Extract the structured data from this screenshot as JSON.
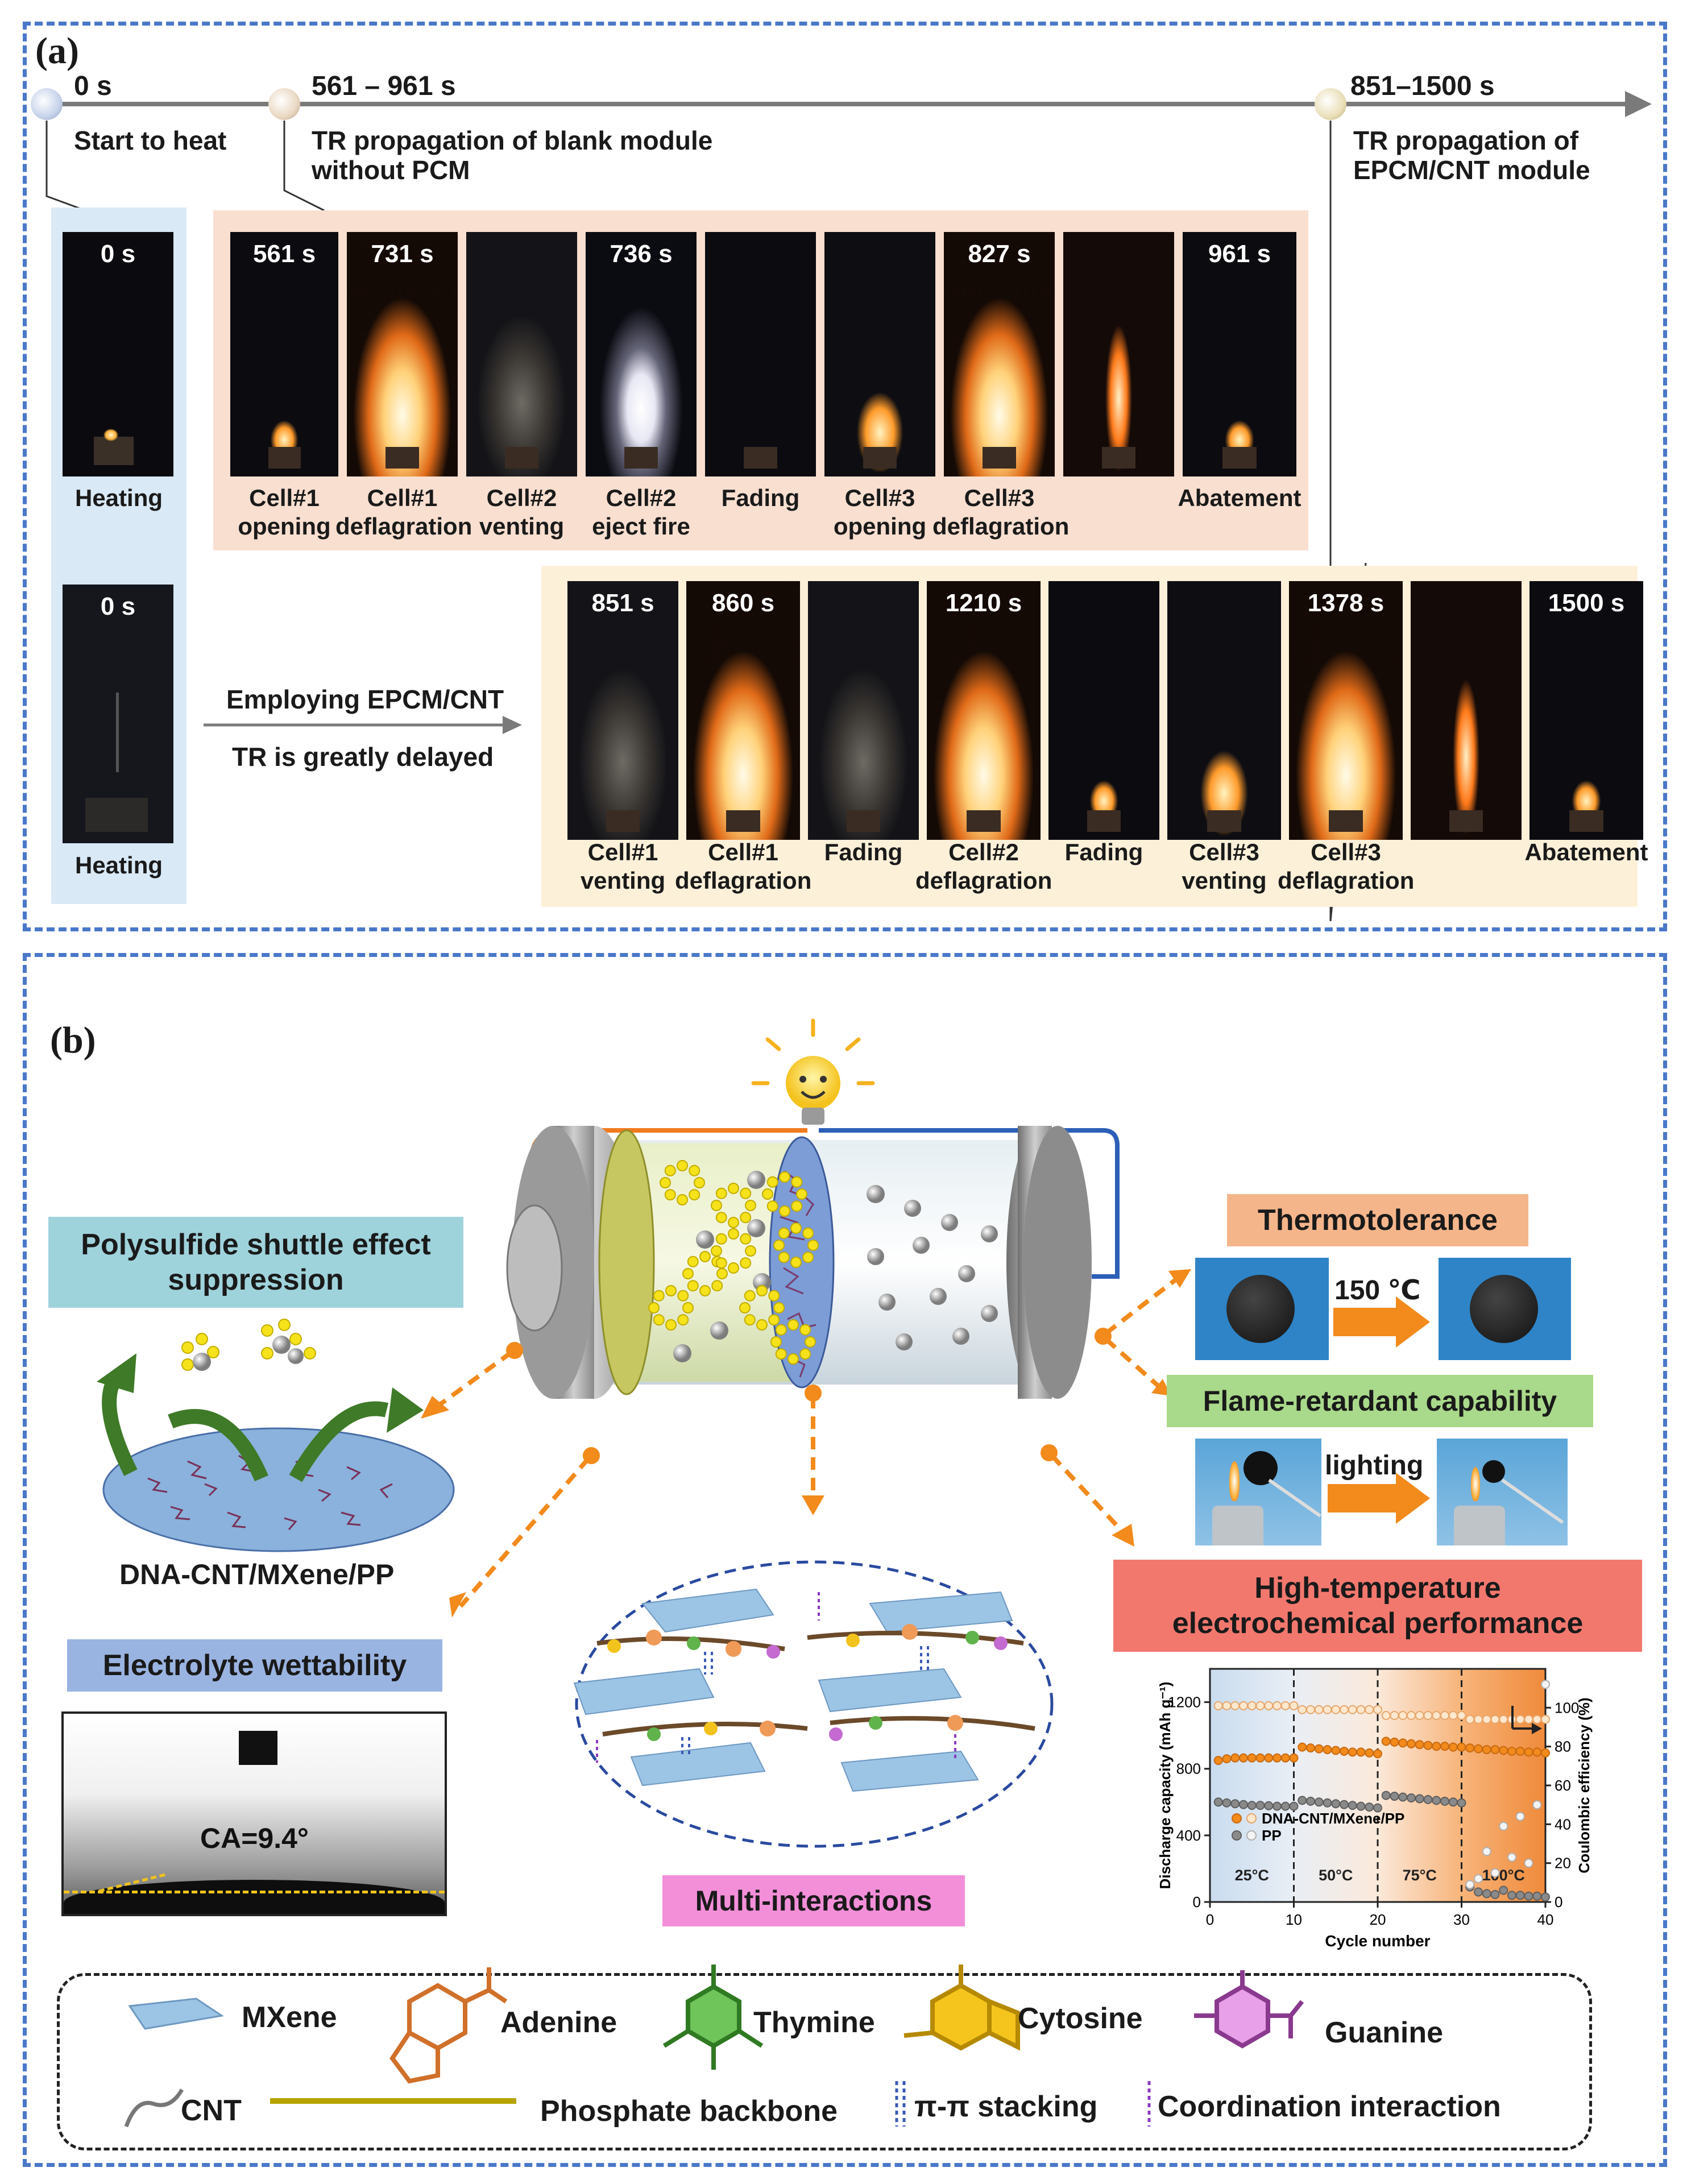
{
  "panel_a": {
    "label": "(a)",
    "timeline": [
      {
        "time": "0 s",
        "desc": "Start to heat"
      },
      {
        "time": "561 – 961 s",
        "desc_lines": [
          "TR propagation of blank module",
          "without PCM"
        ]
      },
      {
        "time": "851–1500 s",
        "desc_lines": [
          "TR propagation of",
          "EPCM/CNT module"
        ]
      }
    ],
    "heating_top": {
      "time": "0 s",
      "caption": "Heating"
    },
    "heating_bottom": {
      "time": "0 s",
      "caption": "Heating"
    },
    "row1": [
      {
        "time": "561 s",
        "caption_lines": [
          "Cell#1",
          "opening"
        ]
      },
      {
        "time": "731 s",
        "caption_lines": [
          "Cell#1",
          "deflagration"
        ]
      },
      {
        "time": "",
        "caption_lines": [
          "Cell#2",
          "venting"
        ]
      },
      {
        "time": "736 s",
        "caption_lines": [
          "Cell#2",
          "eject fire"
        ]
      },
      {
        "time": "",
        "caption_lines": [
          "Fading"
        ]
      },
      {
        "time": "",
        "caption_lines": [
          "Cell#3",
          "opening"
        ]
      },
      {
        "time": "827 s",
        "caption_lines": [
          "Cell#3",
          "deflagration"
        ]
      },
      {
        "time": "",
        "caption_lines": []
      },
      {
        "time": "961 s",
        "caption_lines": [
          "Abatement"
        ]
      }
    ],
    "row2": [
      {
        "time": "851 s",
        "caption_lines": [
          "Cell#1",
          "venting"
        ]
      },
      {
        "time": "860 s",
        "caption_lines": [
          "Cell#1",
          "deflagration"
        ]
      },
      {
        "time": "",
        "caption_lines": [
          "Fading"
        ]
      },
      {
        "time": "1210 s",
        "caption_lines": [
          "Cell#2",
          "deflagration"
        ]
      },
      {
        "time": "",
        "caption_lines": [
          "Fading"
        ]
      },
      {
        "time": "",
        "caption_lines": [
          "Cell#3",
          "venting"
        ]
      },
      {
        "time": "1378 s",
        "caption_lines": [
          "Cell#3",
          "deflagration"
        ]
      },
      {
        "time": "",
        "caption_lines": []
      },
      {
        "time": "1500 s",
        "caption_lines": [
          "Abatement"
        ]
      }
    ],
    "arrow_text_top": "Employing EPCM/CNT",
    "arrow_text_bottom": "TR is greatly delayed"
  },
  "panel_b": {
    "label": "(b)",
    "shuttle_box": [
      "Polysulfide shuttle effect",
      "suppression"
    ],
    "separator_label": "DNA-CNT/MXene/PP",
    "wettability_box": "Electrolyte wettability",
    "contact_angle": "CA=9.4°",
    "multi_box": "Multi-interactions",
    "thermo_box": "Thermotolerance",
    "thermo_arrow": "150 ℃",
    "flame_box": "Flame-retardant capability",
    "flame_arrow": "lighting",
    "hightemp_box": [
      "High-temperature",
      "electrochemical performance"
    ],
    "colors": {
      "panel_border": "#4a78c9",
      "orange": "#f28a1c",
      "teal_box": "#9fd3dc",
      "blue_box": "#9ab4e2",
      "pink_box": "#f38fd9",
      "peach_box": "#f5b58b",
      "green_box": "#a9d98a",
      "red_box": "#f2786e"
    }
  },
  "chart_data": {
    "type": "scatter",
    "xlabel": "Cycle number",
    "ylabel": "Discharge capacity (mAh g⁻¹)",
    "ylabel2": "Coulombic efficiency (%)",
    "xlim": [
      0,
      40
    ],
    "ylim": [
      0,
      1400
    ],
    "ylim2": [
      0,
      120
    ],
    "xticks": [
      "0",
      "10",
      "20",
      "30",
      "40"
    ],
    "yticks": [
      "0",
      "400",
      "800",
      "1200"
    ],
    "yticks2": [
      "0",
      "20",
      "40",
      "60",
      "80",
      "100"
    ],
    "regions": [
      "25°C",
      "50°C",
      "75°C",
      "100°C"
    ],
    "legend": [
      "DNA-CNT/MXene/PP",
      "PP"
    ],
    "series": [
      {
        "name": "DNA-CNT/MXene/PP",
        "axis": "left",
        "x": [
          1,
          2,
          3,
          4,
          5,
          6,
          7,
          8,
          9,
          10,
          11,
          12,
          13,
          14,
          15,
          16,
          17,
          18,
          19,
          20,
          21,
          22,
          23,
          24,
          25,
          26,
          27,
          28,
          29,
          30,
          31,
          32,
          33,
          34,
          35,
          36,
          37,
          38,
          39,
          40
        ],
        "y": [
          850,
          860,
          865,
          865,
          865,
          865,
          865,
          865,
          865,
          865,
          930,
          925,
          920,
          915,
          910,
          905,
          900,
          900,
          895,
          890,
          965,
          960,
          955,
          950,
          945,
          940,
          935,
          935,
          930,
          930,
          925,
          920,
          915,
          915,
          910,
          905,
          905,
          900,
          900,
          895
        ]
      },
      {
        "name": "PP",
        "axis": "left",
        "x": [
          1,
          2,
          3,
          4,
          5,
          6,
          7,
          8,
          9,
          10,
          11,
          12,
          13,
          14,
          15,
          16,
          17,
          18,
          19,
          20,
          21,
          22,
          23,
          24,
          25,
          26,
          27,
          28,
          29,
          30,
          31,
          32,
          33,
          34,
          35,
          36,
          37,
          38,
          39,
          40
        ],
        "y": [
          600,
          595,
          590,
          585,
          580,
          580,
          578,
          575,
          575,
          575,
          610,
          605,
          600,
          595,
          590,
          585,
          580,
          575,
          570,
          565,
          640,
          635,
          630,
          625,
          620,
          615,
          610,
          605,
          600,
          595,
          90,
          60,
          50,
          45,
          70,
          40,
          40,
          35,
          35,
          30
        ]
      },
      {
        "name": "DNA-CNT/MXene/PP (CE)",
        "axis": "right",
        "x": [
          1,
          2,
          3,
          4,
          5,
          6,
          7,
          8,
          9,
          10,
          11,
          12,
          13,
          14,
          15,
          16,
          17,
          18,
          19,
          20,
          21,
          22,
          23,
          24,
          25,
          26,
          27,
          28,
          29,
          30,
          31,
          32,
          33,
          34,
          35,
          36,
          37,
          38,
          39,
          40
        ],
        "y": [
          101,
          101,
          101,
          101,
          101,
          101,
          101,
          101,
          101,
          101,
          99,
          99,
          99,
          99,
          99,
          99,
          99,
          99,
          99,
          99,
          96,
          96,
          96,
          96,
          96,
          96,
          96,
          96,
          96,
          96,
          94,
          94,
          94,
          94,
          94,
          94,
          94,
          94,
          94,
          94
        ]
      },
      {
        "name": "PP (CE)",
        "axis": "right",
        "x": [
          31,
          32,
          33,
          34,
          35,
          36,
          37,
          38,
          39,
          40
        ],
        "y": [
          9,
          12,
          26,
          15,
          39,
          23,
          44,
          20,
          50,
          112
        ]
      }
    ]
  },
  "legend": {
    "mxene": "MXene",
    "adenine": "Adenine",
    "thymine": "Thymine",
    "cytosine": "Cytosine",
    "guanine": "Guanine",
    "cnt": "CNT",
    "phosphate": "Phosphate backbone",
    "pi": "π-π stacking",
    "coordination": "Coordination interaction"
  }
}
